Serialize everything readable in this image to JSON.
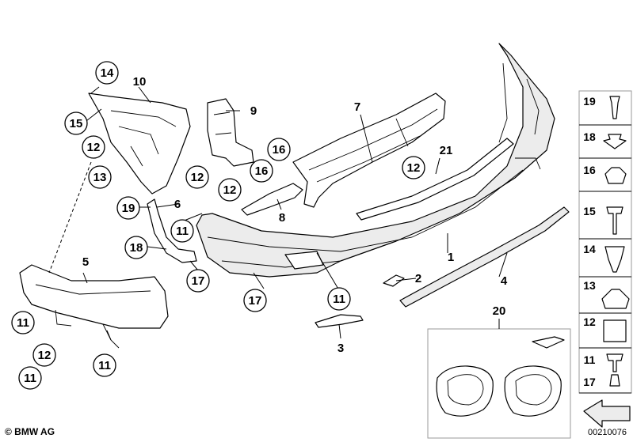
{
  "brand": "© BMW AG",
  "diagram_id": "00210076",
  "callouts": {
    "c1": "1",
    "c2": "2",
    "c3": "3",
    "c4": "4",
    "c5": "5",
    "c6": "6",
    "c7": "7",
    "c8": "8",
    "c9": "9",
    "c10": "10",
    "c20": "20",
    "c21": "21",
    "c11a": "11",
    "c11b": "11",
    "c11c": "11",
    "c11d": "11",
    "c11e": "11",
    "c12a": "12",
    "c12b": "12",
    "c12c": "12",
    "c12d": "12",
    "c12e": "12",
    "c13": "13",
    "c14": "14",
    "c15": "15",
    "c16a": "16",
    "c16b": "16",
    "c17a": "17",
    "c17b": "17",
    "c18": "18",
    "c19": "19"
  },
  "fastener_legend": [
    "19",
    "18",
    "16",
    "15",
    "14",
    "13",
    "12",
    "11",
    "17"
  ]
}
